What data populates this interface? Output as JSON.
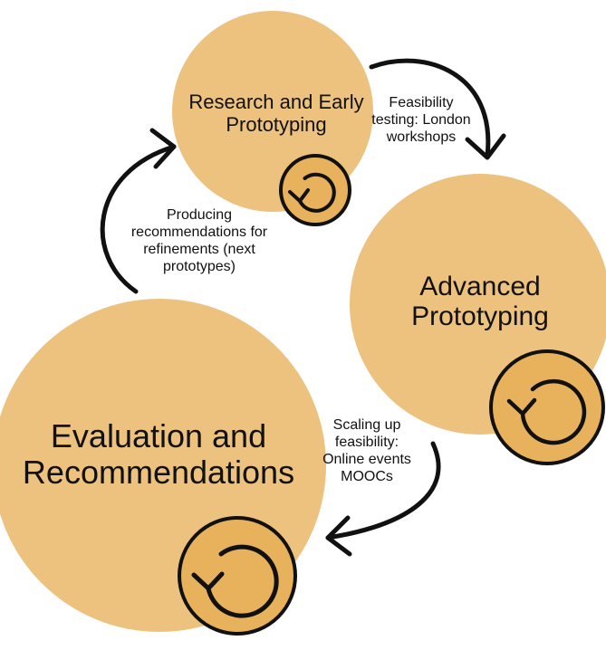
{
  "colors": {
    "circle_fill": "#ECC27E",
    "icon_fill": "#E8B25C",
    "stroke": "#111111",
    "background": "#FFFFFF"
  },
  "stages": {
    "research": {
      "label": "Research and Early Prototyping",
      "icon": "cycle-icon"
    },
    "advanced": {
      "label": "Advanced Prototyping",
      "icon": "cycle-icon"
    },
    "evaluation": {
      "label": "Evaluation and Recommendations",
      "icon": "cycle-icon"
    }
  },
  "transitions": {
    "feasibility_testing": "Feasibility testing: London workshops",
    "scaling_up": "Scaling up feasibility: Online events MOOCs",
    "producing_recommendations": "Producing recommendations for refinements (next prototypes)"
  },
  "arrow_icon": "curved-arrow-icon"
}
